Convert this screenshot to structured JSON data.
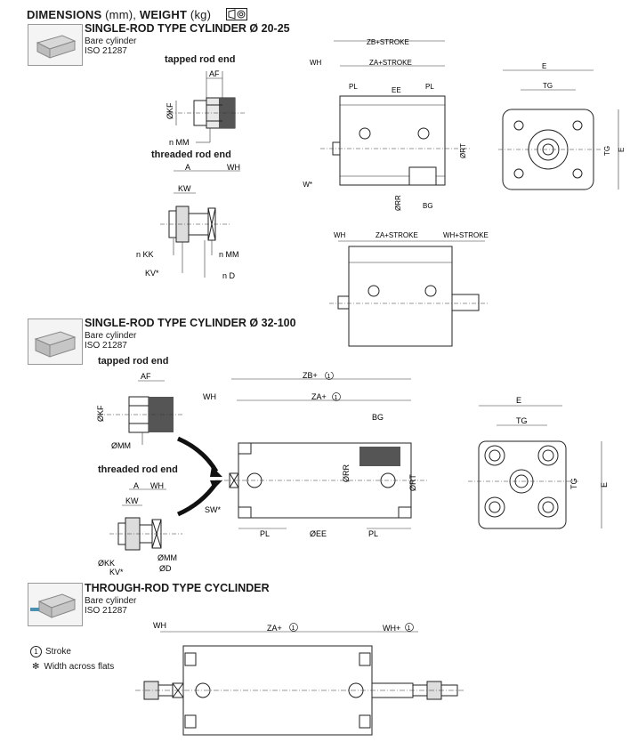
{
  "header": {
    "title_bold": "DIMENSIONS",
    "title_unit": " (mm), ",
    "title_bold2": "WEIGHT",
    "title_unit2": " (kg)"
  },
  "sections": [
    {
      "title": "SINGLE-ROD TYPE CYLINDER Ø 20-25",
      "line1": "Bare cylinder",
      "line2": "ISO 21287",
      "tapped": "tapped rod end",
      "threaded": "threaded rod end"
    },
    {
      "title": "SINGLE-ROD TYPE CYLINDER Ø 32-100",
      "line1": "Bare cylinder",
      "line2": "ISO 21287",
      "tapped": "tapped rod end",
      "threaded": "threaded rod end"
    },
    {
      "title": "THROUGH-ROD TYPE CYCLINDER",
      "line1": "Bare cylinder",
      "line2": "ISO 21287"
    }
  ],
  "legend": {
    "stroke_symbol": "1",
    "stroke_label": "Stroke",
    "flats_symbol": "✻",
    "flats_label": "Width across flats"
  },
  "labels": {
    "AF": "AF",
    "KF": "ØKF",
    "nMM": "n MM",
    "A": "A",
    "WH": "WH",
    "KW": "KW",
    "nKK": "n KK",
    "nMM2": "n MM",
    "KV": "KV*",
    "nD": "n D",
    "ZB_STROKE": "ZB+STROKE",
    "ZA_STROKE": "ZA+STROKE",
    "PL": "PL",
    "EE": "EE",
    "RT": "ØRT",
    "RR": "ØRR",
    "BG": "BG",
    "SW": "SW*",
    "E": "E",
    "TG": "TG",
    "WH_STROKE": "WH+STROKE",
    "ZB_1": "ZB+",
    "ZA_1": "ZA+",
    "WH_1": "WH+",
    "one": "1",
    "MM": "ØMM",
    "KK": "ØKK",
    "D": "ØD",
    "EE2": "ØEE"
  }
}
